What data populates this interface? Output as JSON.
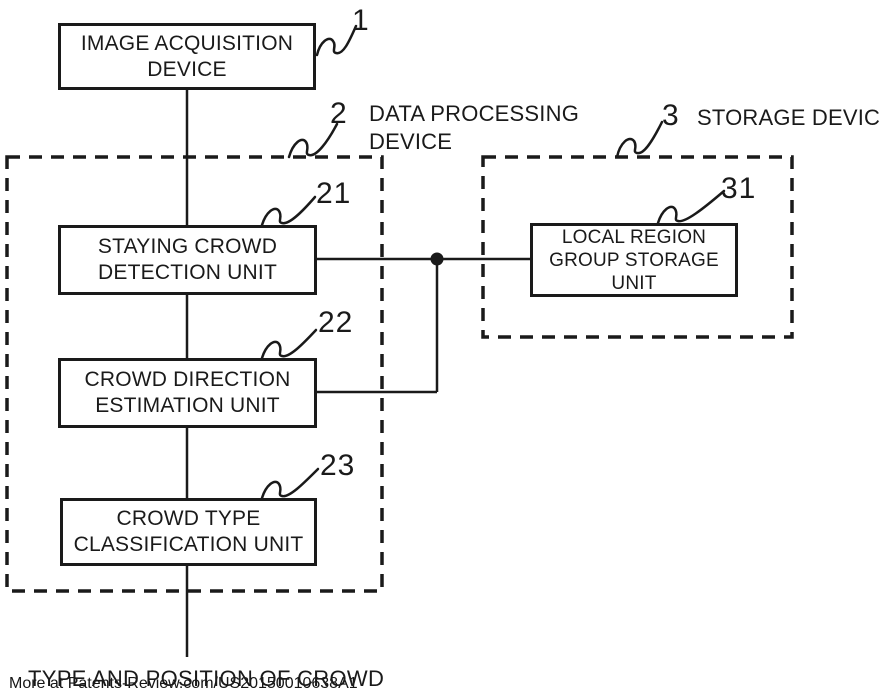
{
  "figure": {
    "boxes": {
      "image_acquisition": {
        "ref": "1",
        "lines": [
          "IMAGE ACQUISITION",
          "DEVICE"
        ]
      },
      "staying_crowd": {
        "ref": "21",
        "lines": [
          "STAYING CROWD",
          "DETECTION UNIT"
        ]
      },
      "crowd_direction": {
        "ref": "22",
        "lines": [
          "CROWD DIRECTION",
          "ESTIMATION UNIT"
        ]
      },
      "crowd_type": {
        "ref": "23",
        "lines": [
          "CROWD TYPE",
          "CLASSIFICATION UNIT"
        ]
      },
      "local_region": {
        "ref": "31",
        "lines": [
          "LOCAL REGION",
          "GROUP STORAGE",
          "UNIT"
        ]
      }
    },
    "containers": {
      "data_processing": {
        "ref": "2",
        "lines": [
          "DATA PROCESSING",
          "DEVICE"
        ]
      },
      "storage": {
        "ref": "3",
        "label": "STORAGE DEVICE"
      }
    },
    "output_label": "TYPE AND POSITION OF CROWD",
    "watermark": "More at Patents-Review.com/US20150010638A1",
    "colors": {
      "ink": "#1a1a1a",
      "background": "#ffffff"
    }
  }
}
